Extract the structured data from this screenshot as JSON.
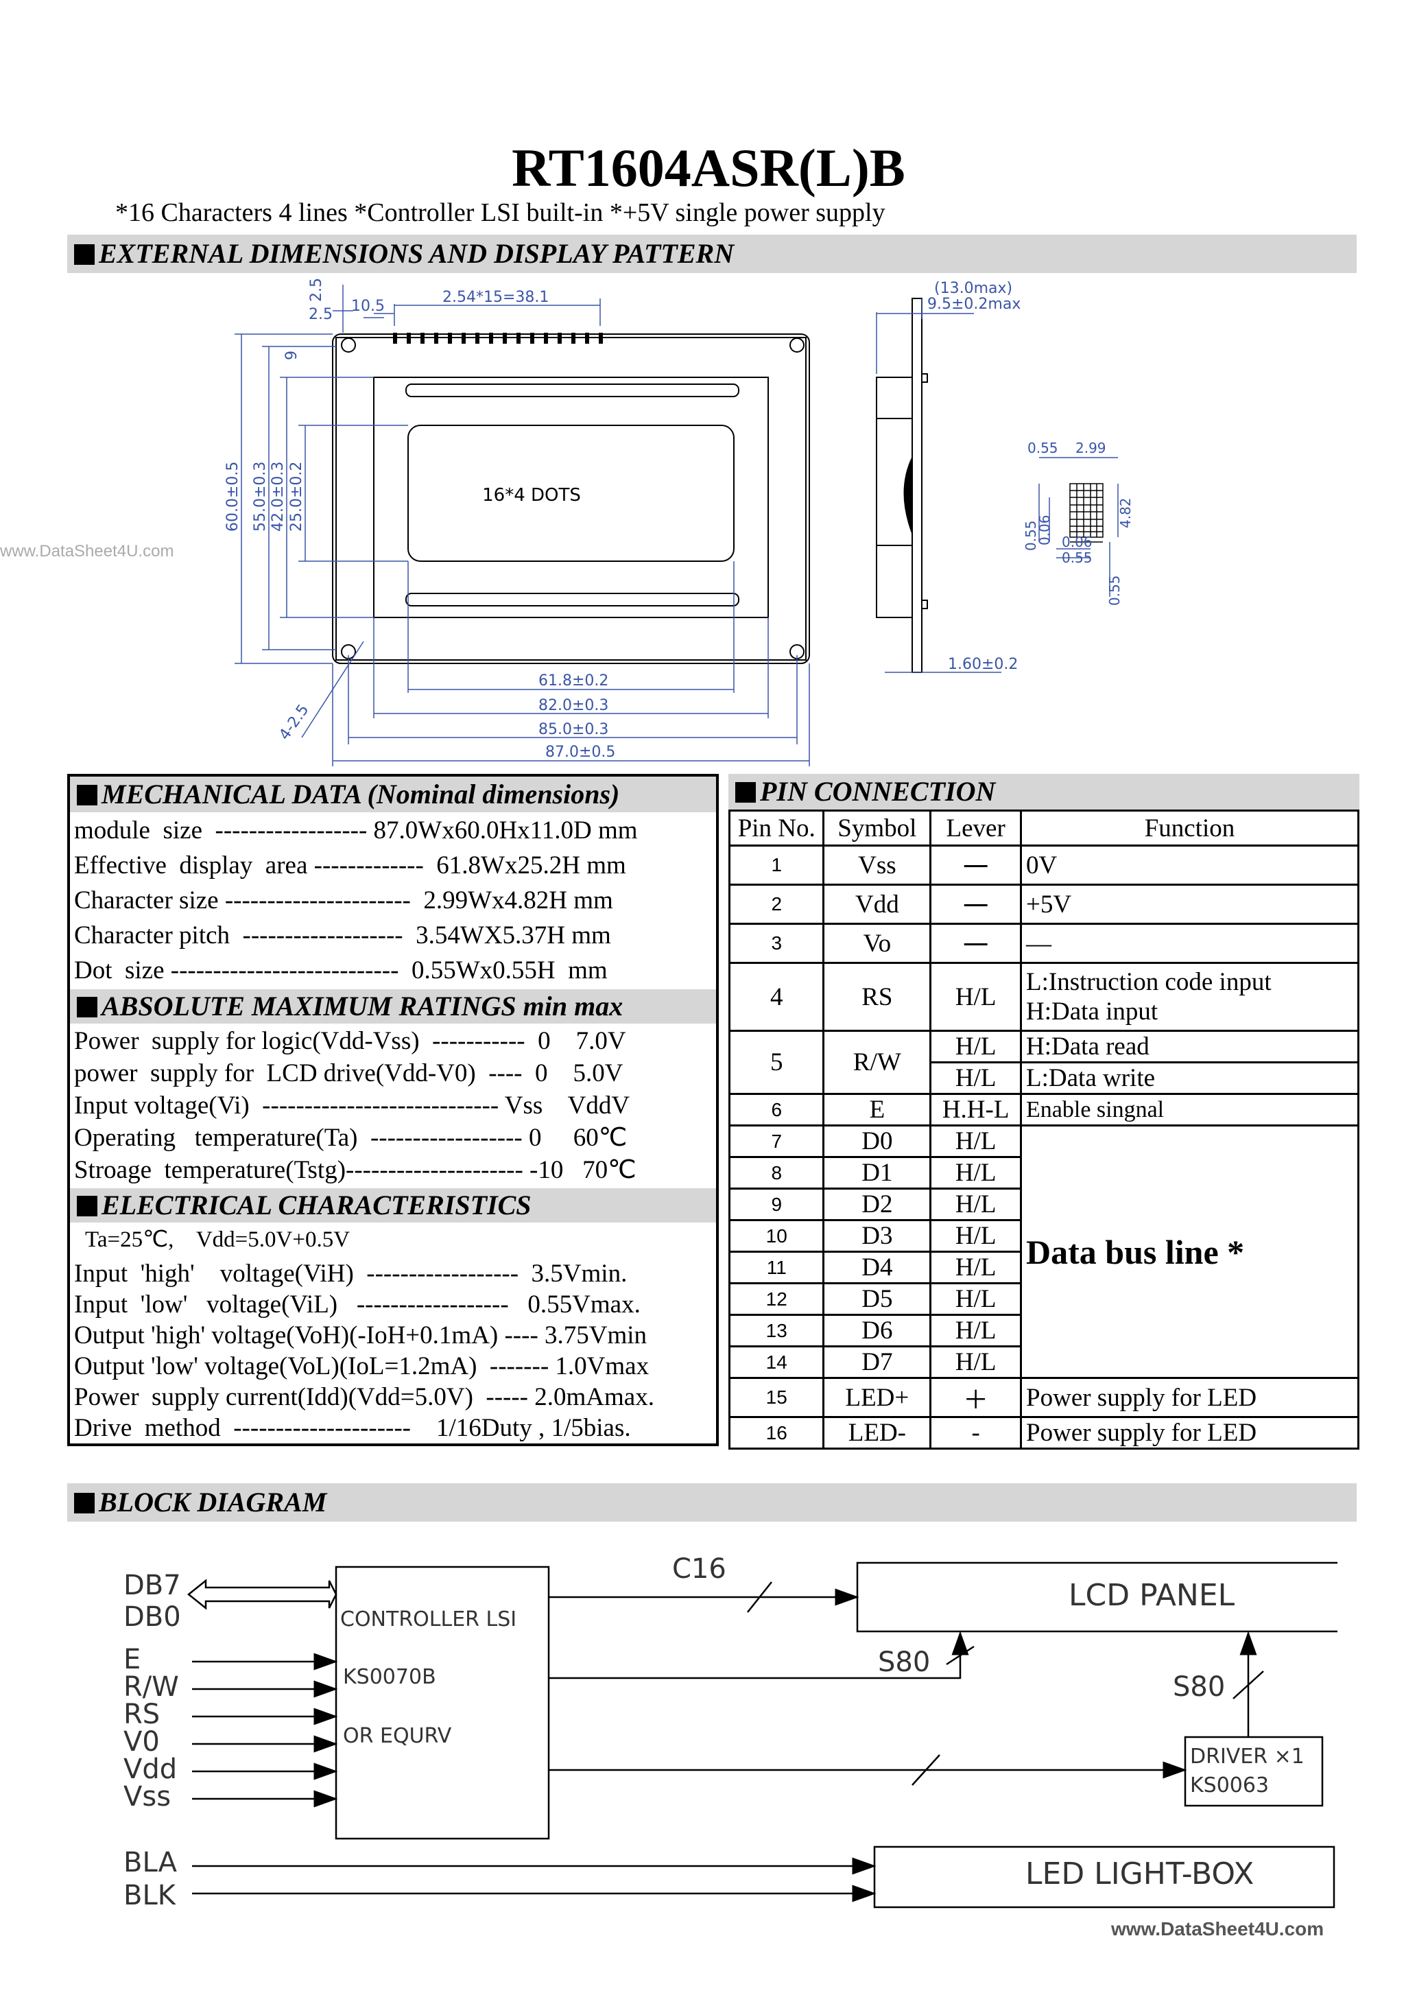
{
  "title": "RT1604ASR(L)B",
  "subtitle": "*16  Characters  4 lines  *Controller LSI built-in  *+5V single power supply",
  "watermark_left": "www.DataSheet4U.com",
  "watermark_bottom": "www.DataSheet4U.com",
  "sections": {
    "external": "EXTERNAL   DIMENSIONS  AND DISPLAY  PATTERN",
    "mechanical": "MECHANICAL  DATA  (Nominal  dimensions)",
    "absolute": "ABSOLUTE MAXIMUM RATINGS   min     max",
    "electrical": "ELECTRICAL    CHARACTERISTICS",
    "pin": "PIN  CONNECTION",
    "block": "BLOCK  DIAGRAM"
  },
  "drawing": {
    "dots_label": "16*4 DOTS",
    "dims_top": [
      "2.5",
      "10.5",
      "2.54*15=38.1",
      "2.5"
    ],
    "dims_left": [
      "60.0±0.5",
      "55.0±0.3",
      "42.0±0.3",
      "25.0±0.2",
      "9"
    ],
    "dims_bottom": [
      "61.8±0.2",
      "82.0±0.3",
      "85.0±0.3",
      "87.0±0.5"
    ],
    "hole": "4-2.5",
    "side_top1": "(13.0max)",
    "side_top2": "9.5±0.2max",
    "side_bottom": "1.60±0.2",
    "char_dims": [
      "0.55",
      "2.99",
      "4.82",
      "0.55",
      "0.06",
      "0.06",
      "0.55",
      "0.55"
    ]
  },
  "mechanical": [
    "module  size  ------------------ 87.0Wx60.0Hx11.0D mm",
    "Effective  display  area -------------  61.8Wx25.2H mm",
    "Character size ----------------------  2.99Wx4.82H mm",
    "Character pitch  -------------------  3.54WX5.37H mm",
    "Dot  size ---------------------------  0.55Wx0.55H  mm"
  ],
  "absolute": [
    "Power  supply for logic(Vdd-Vss)  -----------  0    7.0V",
    "power  supply for  LCD drive(Vdd-V0)  ----  0    5.0V",
    "Input voltage(Vi)  ---------------------------- Vss    VddV",
    "Operating   temperature(Ta)  ------------------ 0     60℃",
    "Stroage  temperature(Tstg)--------------------- -10   70℃"
  ],
  "electrical_cond": "Ta=25℃,    Vdd=5.0V+0.5V",
  "electrical": [
    "Input  'high'    voltage(ViH)  ------------------  3.5Vmin.",
    "Input  'low'   voltage(ViL)   ------------------   0.55Vmax.",
    "Output 'high' voltage(VoH)(-IoH+0.1mA) ---- 3.75Vmin",
    "Output 'low' voltage(VoL)(IoL=1.2mA)  ------- 1.0Vmax",
    "Power  supply current(Idd)(Vdd=5.0V)  ----- 2.0mAmax.",
    "Drive  method  ---------------------    1/16Duty , 1/5bias."
  ],
  "pin_headers": [
    "Pin No.",
    "Symbol",
    "Lever",
    "Function"
  ],
  "pins": [
    {
      "no": "1",
      "sym": "Vss",
      "lev": "一",
      "fn": "0V"
    },
    {
      "no": "2",
      "sym": "Vdd",
      "lev": "一",
      "fn": "+5V"
    },
    {
      "no": "3",
      "sym": "Vo",
      "lev": "一",
      "fn": "—"
    },
    {
      "no": "4",
      "sym": "RS",
      "lev": "H/L",
      "fn": "L:Instruction code input",
      "fn2": "H:Data input"
    },
    {
      "no": "5",
      "sym": "R/W",
      "lev": "H/L",
      "lev2": "H/L",
      "fn": "H:Data read",
      "fn2": "L:Data write"
    },
    {
      "no": "6",
      "sym": "E",
      "lev": "H.H-L",
      "fn": "Enable singnal"
    },
    {
      "no": "7",
      "sym": "D0",
      "lev": "H/L"
    },
    {
      "no": "8",
      "sym": "D1",
      "lev": "H/L"
    },
    {
      "no": "9",
      "sym": "D2",
      "lev": "H/L"
    },
    {
      "no": "10",
      "sym": "D3",
      "lev": "H/L"
    },
    {
      "no": "11",
      "sym": "D4",
      "lev": "H/L"
    },
    {
      "no": "12",
      "sym": "D5",
      "lev": "H/L"
    },
    {
      "no": "13",
      "sym": "D6",
      "lev": "H/L"
    },
    {
      "no": "14",
      "sym": "D7",
      "lev": "H/L"
    },
    {
      "no": "15",
      "sym": "LED+",
      "lev": "＋",
      "fn": "Power supply for LED"
    },
    {
      "no": "16",
      "sym": "LED-",
      "lev": "-",
      "fn": "Power supply for LED"
    }
  ],
  "data_bus_label": "Data  bus  line  *",
  "block": {
    "db7": "DB7",
    "db0": "DB0",
    "inputs": [
      "E",
      "R/W",
      "RS",
      "V0",
      "Vdd",
      "Vss"
    ],
    "ctrl1": "CONTROLLER LSI",
    "ctrl2": "KS0070B",
    "ctrl3": "OR EQURV",
    "c16": "C16",
    "s80a": "S80",
    "s80b": "S80",
    "lcd": "LCD PANEL",
    "driver1": "DRIVER ×1",
    "driver2": "KS0063",
    "bla": "BLA",
    "blk": "BLK",
    "led": "LED LIGHT-BOX"
  }
}
